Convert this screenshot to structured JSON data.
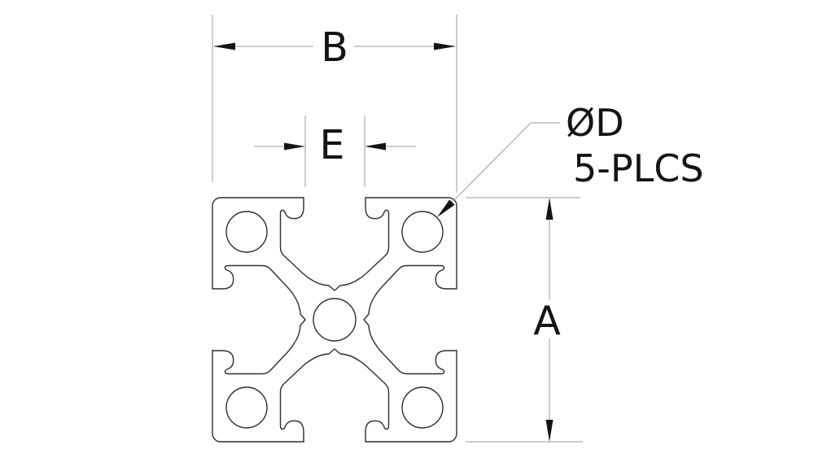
{
  "drawing": {
    "dim_b": {
      "label": "B"
    },
    "dim_e": {
      "label": "E"
    },
    "dim_a": {
      "label": "A"
    },
    "callout": {
      "diameter": "ØD",
      "places": "5-PLCS"
    },
    "colors": {
      "profile_outline": "#2e2e2e",
      "dimension_line": "#9b9b9b",
      "annotation": "#141414",
      "background": "#ffffff"
    }
  }
}
